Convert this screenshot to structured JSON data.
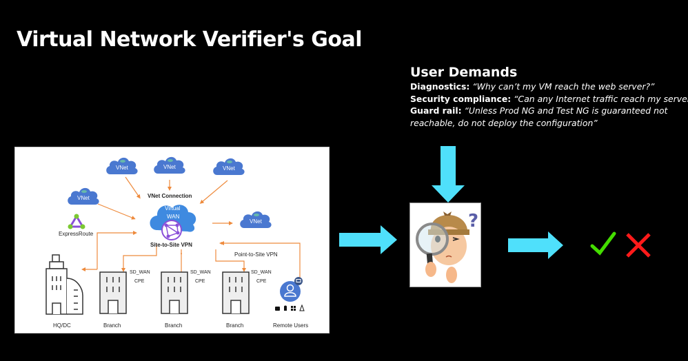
{
  "slide": {
    "title": "Virtual Network Verifier's Goal"
  },
  "user_demands": {
    "heading": "User Demands",
    "items": [
      {
        "label": "Diagnostics:",
        "quote": " “Why can’t my VM reach the web server?”"
      },
      {
        "label": "Security compliance:",
        "quote": " “Can any Internet traffic reach my server?”"
      },
      {
        "label": "Guard rail:",
        "quote": " “Unless Prod NG and Test NG is guaranteed not"
      }
    ],
    "continuation": "reachable, do not deploy the configuration”"
  },
  "diagram": {
    "vnet_label": "VNet",
    "vnet_connection": "VNet Connection",
    "hub_line1": "Virtual",
    "hub_line2": "WAN",
    "site_to_site": "Site-to-Site VPN",
    "point_to_site": "Point-to-Site VPN",
    "express_route": "ExpressRoute",
    "sdwan": "SD_WAN",
    "cpe": "CPE",
    "hq": "HQ/DC",
    "branch": "Branch",
    "remote_users": "Remote Users",
    "colors": {
      "cloud": "#4a78d0",
      "arrow": "#ee8a3c",
      "express": "#8a4fd8",
      "node": "#7cc932"
    }
  },
  "flow": {
    "arrow_color": "#4fe0fb",
    "pass_icon": "check-mark",
    "pass_color": "#44dd00",
    "fail_icon": "x-mark",
    "fail_color": "#ff1a1a"
  }
}
